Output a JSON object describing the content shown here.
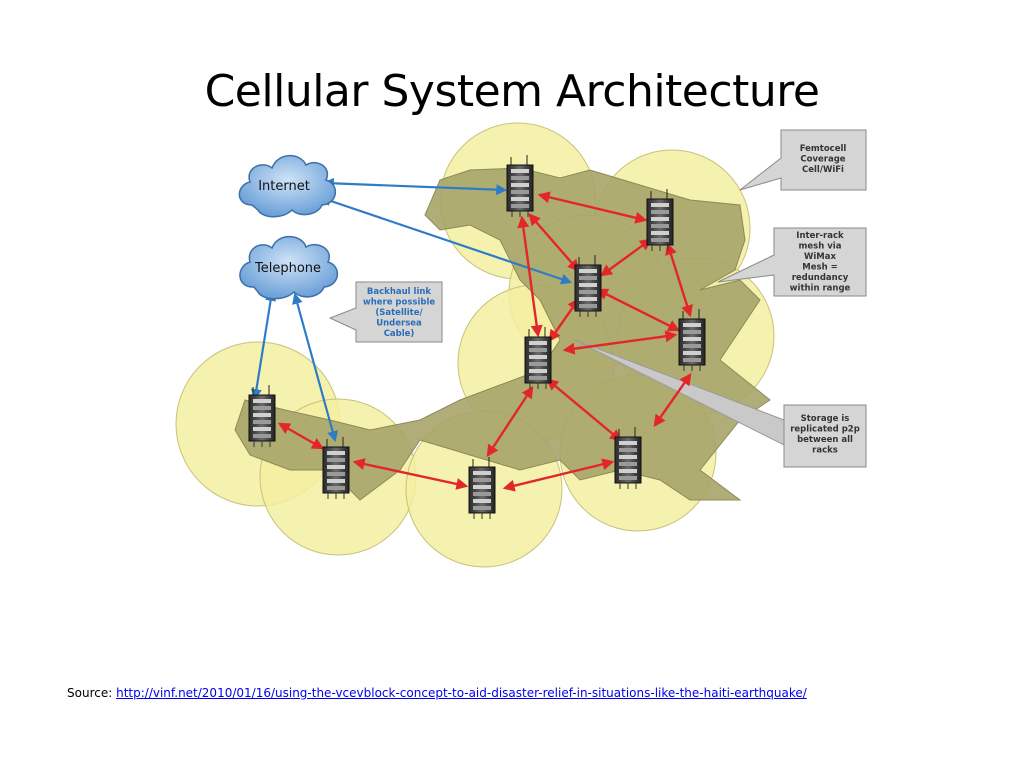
{
  "slide": {
    "title": "Cellular System Architecture",
    "source_label": "Source:",
    "source_url": "http://vinf.net/2010/01/16/using-the-vcevblock-concept-to-aid-disaster-relief-in-situations-like-the-haiti-earthquake/"
  },
  "diagram": {
    "clouds": [
      {
        "id": "internet",
        "label": "Internet"
      },
      {
        "id": "telephone",
        "label": "Telephone"
      }
    ],
    "callouts": [
      {
        "id": "backhaul",
        "lines": [
          "Backhaul link",
          "where possible",
          "(Satellite/",
          "Undersea",
          "Cable)"
        ],
        "color": "#2a6db8"
      },
      {
        "id": "femtocell",
        "lines": [
          "Femtocell",
          "Coverage",
          "Cell/WiFi"
        ],
        "color": "#333333"
      },
      {
        "id": "interrack",
        "lines": [
          "Inter-rack",
          "mesh via",
          "WiMax",
          "Mesh =",
          "redundancy",
          "within range"
        ],
        "color": "#333333"
      },
      {
        "id": "storage",
        "lines": [
          "Storage is",
          "replicated p2p",
          "between all",
          "racks"
        ],
        "color": "#333333"
      }
    ],
    "colors": {
      "coverage_fill": "#f3eea0",
      "terrain_fill": "#a7a46a",
      "backhaul_link": "#2f7cc6",
      "mesh_link": "#e3262a",
      "callout_bg": "#d5d5d5",
      "cloud_fill": "#8fb8e6"
    }
  }
}
